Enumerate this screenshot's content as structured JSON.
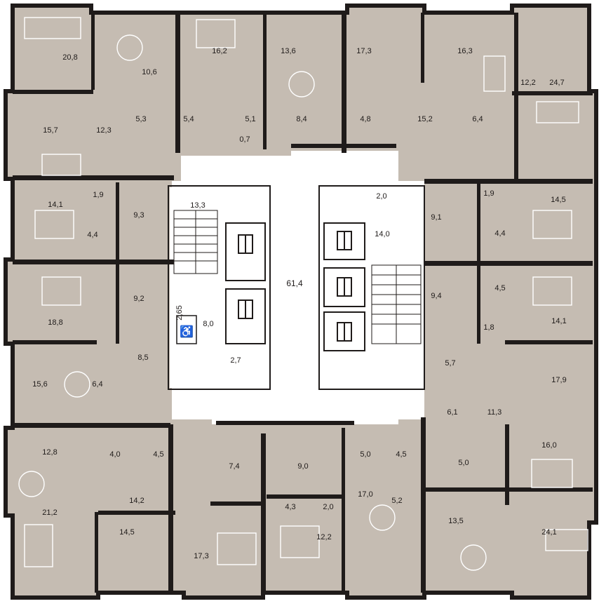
{
  "plan": {
    "areas": [
      "20,8",
      "10,6",
      "16,2",
      "13,6",
      "17,3",
      "16,3",
      "24,7",
      "12,2",
      "15,7",
      "12,3",
      "5,3",
      "5,4",
      "5,1",
      "0,7",
      "8,4",
      "4,8",
      "15,2",
      "6,4",
      "1,9",
      "14,1",
      "4,4",
      "9,3",
      "13,3",
      "2,0",
      "14,0",
      "9,1",
      "1,9",
      "14,5",
      "4,4",
      "61,4",
      "9,2",
      "18,8",
      "2,65",
      "8,0",
      "9,4",
      "4,5",
      "14,1",
      "1,8",
      "8,5",
      "15,6",
      "6,4",
      "2,7",
      "5,7",
      "17,9",
      "6,1",
      "11,3",
      "12,8",
      "4,0",
      "4,5",
      "7,4",
      "9,0",
      "5,0",
      "4,5",
      "5,0",
      "16,0",
      "21,2",
      "14,2",
      "4,3",
      "2,0",
      "17,0",
      "5,2",
      "13,5",
      "14,5",
      "17,3",
      "12,2",
      "24,1"
    ],
    "colors": {
      "apartment": "#c5bcb2",
      "walls": "#1f1b1a",
      "core": "#ffffff",
      "furniture": "#ffffff"
    },
    "icons": [
      "wheelchair-icon",
      "elevator-icon",
      "stair-icon",
      "door-swing-icon",
      "furniture-icon"
    ]
  }
}
